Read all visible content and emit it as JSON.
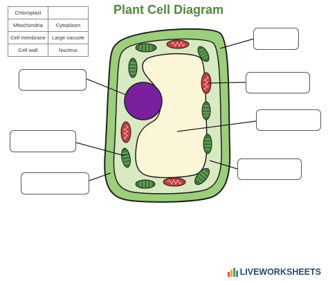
{
  "title": "Plant Cell Diagram",
  "word_bank": [
    [
      "Chloroplast",
      ""
    ],
    [
      "Mitochondria",
      "Cytoplasm"
    ],
    [
      "Cell membrane",
      "Large vacuole"
    ],
    [
      "Cell wall",
      "Nucleus"
    ]
  ],
  "colors": {
    "cell_wall": "#9bcf7a",
    "cytoplasm": "#d8eac2",
    "vacuole": "#fbf6d8",
    "nucleus": "#7a1f9e",
    "chloroplast": "#3f7a3a",
    "mitochondria": "#c73b3b",
    "title": "#4f8a3b"
  },
  "footer": {
    "brand": "LIVEWORKSHEETS",
    "icon": "liveworksheets-logo-icon"
  }
}
